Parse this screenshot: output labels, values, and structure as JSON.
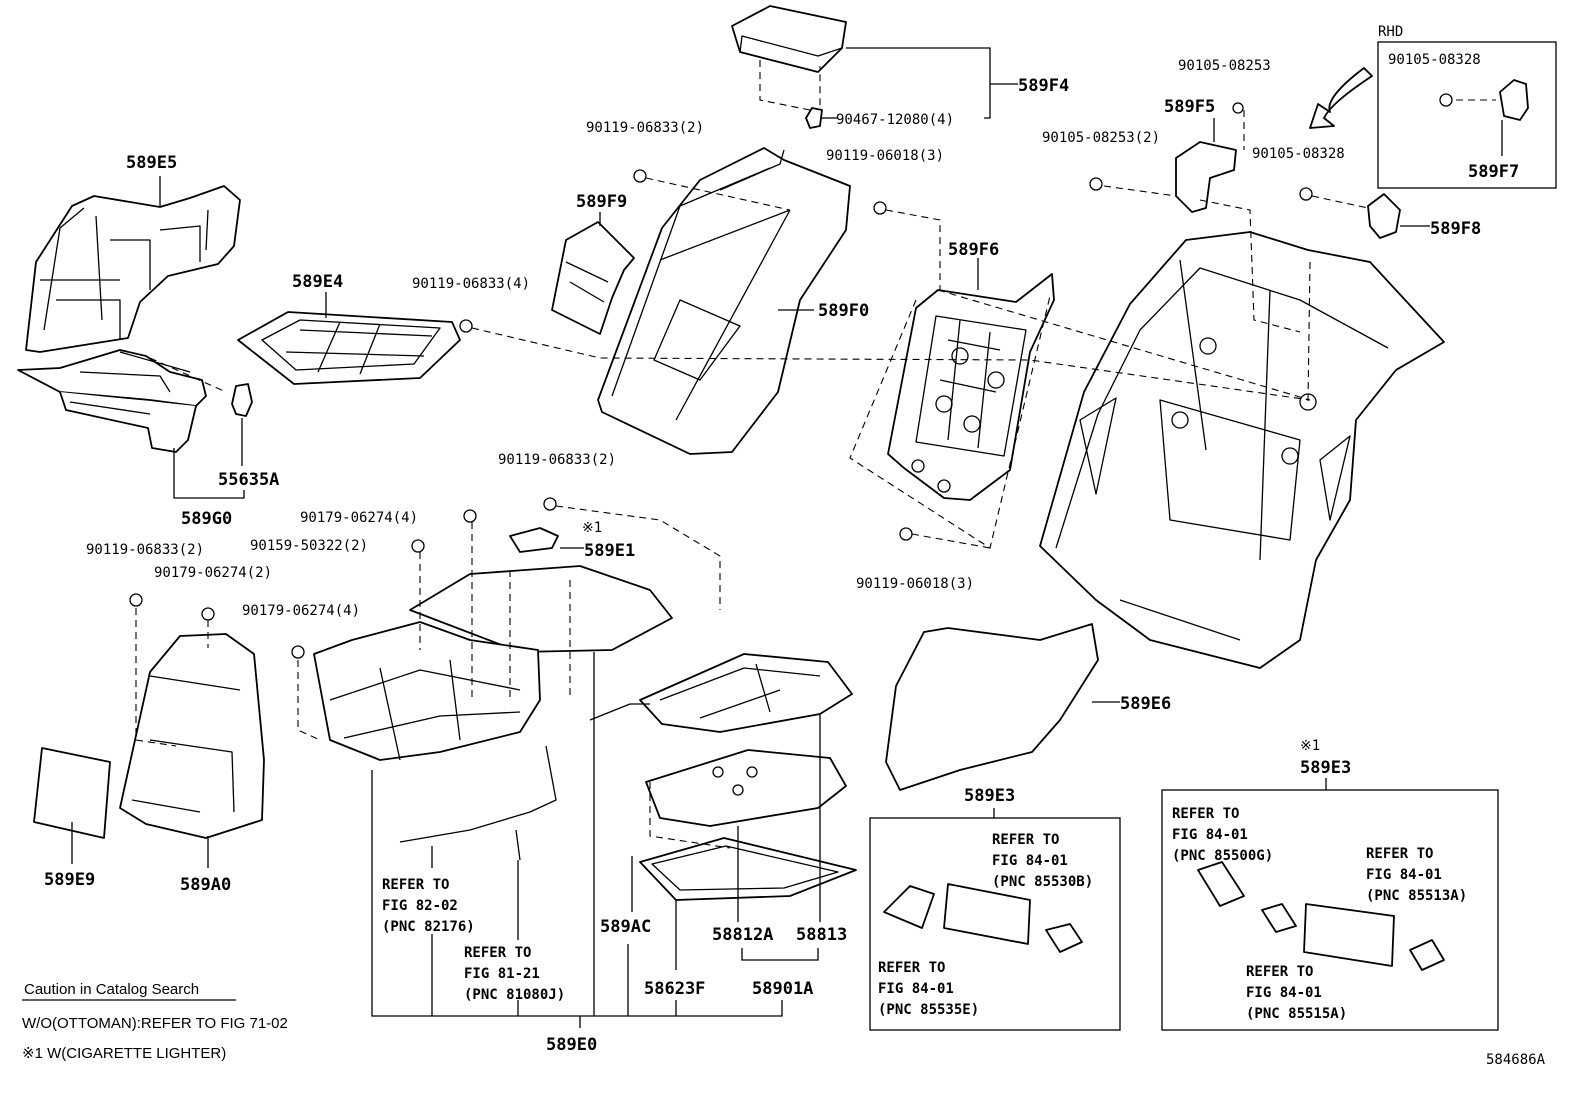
{
  "labels": {
    "p589E5": "589E5",
    "p589E4": "589E4",
    "p55635A": "55635A",
    "p589G0": "589G0",
    "p589F9": "589F9",
    "p589F0": "589F0",
    "p589F4": "589F4",
    "p589F5": "589F5",
    "p589F6": "589F6",
    "p589F7": "589F7",
    "p589F8": "589F8",
    "p589E1": "589E1",
    "p589E9": "589E9",
    "p589A0": "589A0",
    "p589E6": "589E6",
    "p589E3a": "589E3",
    "p589E3b": "589E3",
    "p589AC": "589AC",
    "p58812A": "58812A",
    "p58813": "58813",
    "p58623F": "58623F",
    "p58901A": "58901A",
    "p589E0": "589E0",
    "rhd": "RHD",
    "mark1a": "※1",
    "mark1b": "※1",
    "fig_id": "584686A"
  },
  "bolts": {
    "b1": "90119-06833(2)",
    "b2": "90119-06018(3)",
    "b3": "90119-06833(4)",
    "b4": "90467-12080(4)",
    "b5": "90105-08253",
    "b6": "90105-08253(2)",
    "b7": "90105-08328",
    "b8": "90105-08328",
    "b9": "90119-06833(2)",
    "b10": "90179-06274(4)",
    "b11": "90159-50322(2)",
    "b12": "90119-06833(2)",
    "b13": "90179-06274(2)",
    "b14": "90179-06274(4)",
    "b15": "90119-06018(3)"
  },
  "refs": {
    "r1": [
      "REFER TO",
      "FIG 82-02",
      "(PNC 82176)"
    ],
    "r2": [
      "REFER TO",
      "FIG 81-21",
      "(PNC 81080J)"
    ],
    "r3": [
      "REFER TO",
      "FIG 84-01",
      "(PNC 85530B)"
    ],
    "r4": [
      "REFER TO",
      "FIG 84-01",
      "(PNC 85535E)"
    ],
    "r5": [
      "REFER TO",
      "FIG 84-01",
      "(PNC 85500G)"
    ],
    "r6": [
      "REFER TO",
      "FIG 84-01",
      "(PNC 85513A)"
    ],
    "r7": [
      "REFER TO",
      "FIG 84-01",
      "(PNC 85515A)"
    ]
  },
  "notes": {
    "caution_title": "Caution in Catalog Search",
    "line1": "W/O(OTTOMAN):REFER TO FIG 71-02",
    "line2": "※1 W(CIGARETTE LIGHTER)"
  }
}
